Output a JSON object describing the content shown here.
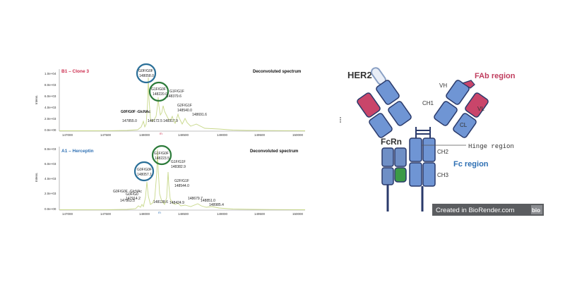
{
  "spectra": {
    "top": {
      "title": "B1 – Clone 3",
      "heading": "Deconvoluted spectrum",
      "ytitle": "Intens.",
      "yticks": [
        "1.0e+04",
        "8.0e+03",
        "6.0e+03",
        "4.0e+03",
        "2.0e+03",
        "0.0e+00"
      ],
      "xticks": [
        "147000",
        "147500",
        "148000",
        "148500",
        "149000",
        "149500",
        "150000"
      ],
      "axis_unit": "m",
      "peaks": [
        {
          "glycan": "G0F/G0F",
          "mass": "148058.0"
        },
        {
          "glycan": "G1F/G0F",
          "mass": "148220.0"
        },
        {
          "glycan": "G1F/G1F",
          "mass": "148379.6"
        },
        {
          "glycan": "G2F/G1F",
          "mass": "148540.0"
        },
        {
          "glycan": "G0F/G0F -GlcNAc",
          "mass": "147855.0"
        }
      ],
      "extra_masses": [
        "148172.5",
        "148317.9",
        "148691.6"
      ]
    },
    "bottom": {
      "title": "A1 – Herceptin",
      "heading": "Deconvoluted spectrum",
      "ytitle": "Intens.",
      "yticks": [
        "8.0e+03",
        "6.0e+03",
        "4.0e+03",
        "2.0e+03",
        "0.0e+00"
      ],
      "xticks": [
        "147000",
        "147500",
        "148000",
        "148500",
        "149000",
        "149500",
        "150000"
      ],
      "axis_unit": "m",
      "peaks": [
        {
          "glycan": "G1F/G0F",
          "mass": "148223.5"
        },
        {
          "glycan": "G0F/G0F",
          "mass": "148057.1"
        },
        {
          "glycan": "G1F/G1F",
          "mass": "148382.9"
        },
        {
          "glycan": "G2F/G1F",
          "mass": "148544.0"
        },
        {
          "glycan": "G0F/G0F -GlcNAc",
          "mass": "147863.5"
        },
        {
          "glycan": "G0F/G0",
          "mass": "147914.2"
        }
      ],
      "extra_masses": [
        "148128.6",
        "148424.9",
        "148679.7",
        "148851.0",
        "148985.4"
      ]
    }
  },
  "antibody": {
    "her2_label": "HER2",
    "fab_label": "FAb region",
    "fc_label": "Fc region",
    "fcrn_label": "FcRn",
    "hinge_label": "Hinge region",
    "domains": {
      "vh": "VH",
      "vl": "VL",
      "ch1": "CH1",
      "cl": "CL",
      "ch2": "CH2",
      "ch3": "CH3"
    },
    "credit": "Created in BioRender.com",
    "credit_badge": "bio"
  },
  "colors": {
    "heavy_chain": "#6f95d4",
    "light_chain_pink": "#c9456a",
    "fcrn": "#6f8fc6",
    "fcrn_green": "#3c9a46",
    "stalk": "#2a3a6b",
    "spectrum_line": "#c8d88a",
    "circle_blue": "#2a6f98",
    "circle_green": "#2c7b3a"
  }
}
